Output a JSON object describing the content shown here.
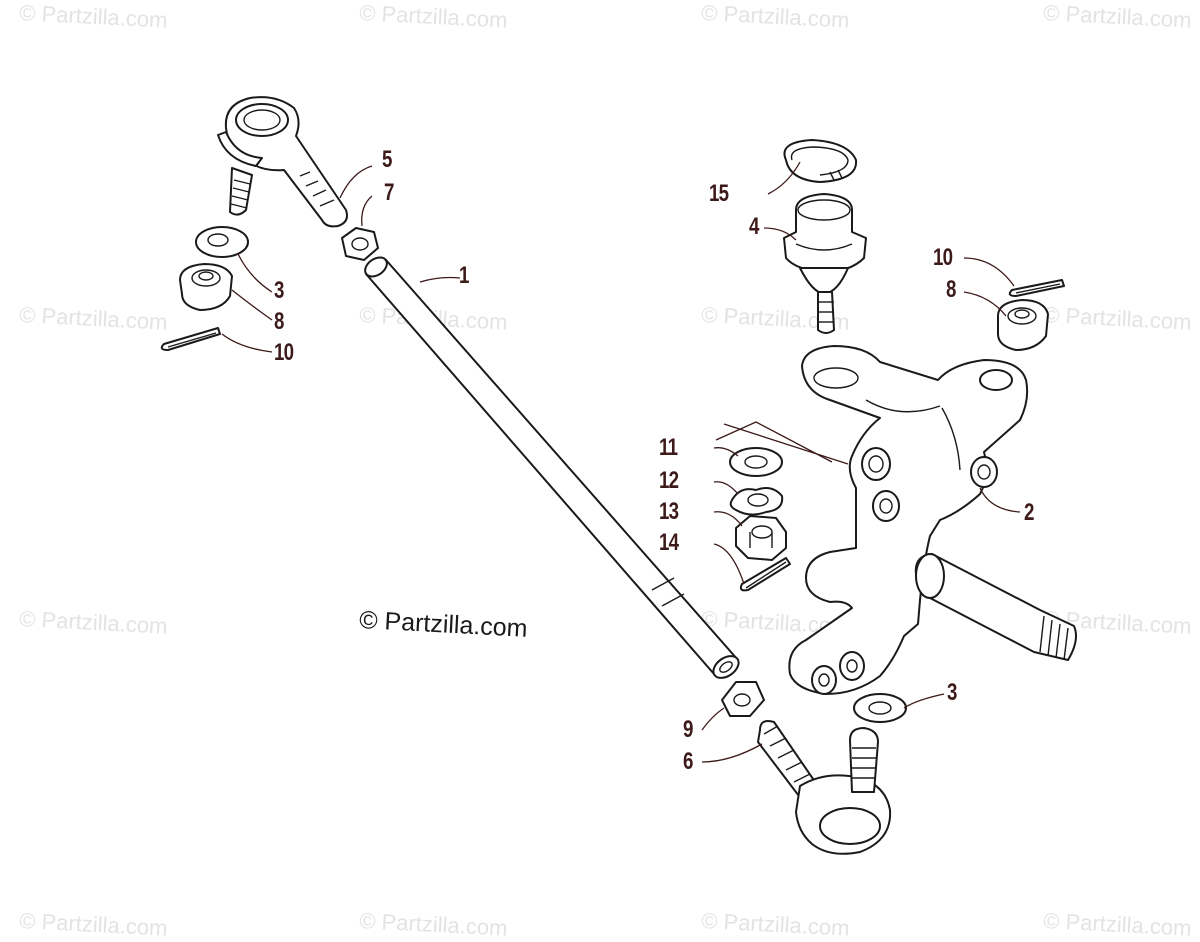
{
  "diagram": {
    "watermark_text": "© Partzilla.com",
    "copyright_text": "© Partzilla.com",
    "callouts": [
      {
        "id": "c1",
        "label": "1"
      },
      {
        "id": "c2",
        "label": "2"
      },
      {
        "id": "c3a",
        "label": "3"
      },
      {
        "id": "c3b",
        "label": "3"
      },
      {
        "id": "c4",
        "label": "4"
      },
      {
        "id": "c5",
        "label": "5"
      },
      {
        "id": "c6",
        "label": "6"
      },
      {
        "id": "c7",
        "label": "7"
      },
      {
        "id": "c8a",
        "label": "8"
      },
      {
        "id": "c8b",
        "label": "8"
      },
      {
        "id": "c9",
        "label": "9"
      },
      {
        "id": "c10a",
        "label": "10"
      },
      {
        "id": "c10b",
        "label": "10"
      },
      {
        "id": "c11",
        "label": "11"
      },
      {
        "id": "c12",
        "label": "12"
      },
      {
        "id": "c13",
        "label": "13"
      },
      {
        "id": "c14",
        "label": "14"
      },
      {
        "id": "c15",
        "label": "15"
      }
    ],
    "colors": {
      "callout": "#3d1a1a",
      "line": "#1a1a1a",
      "watermark": "#e3e3e3"
    }
  }
}
